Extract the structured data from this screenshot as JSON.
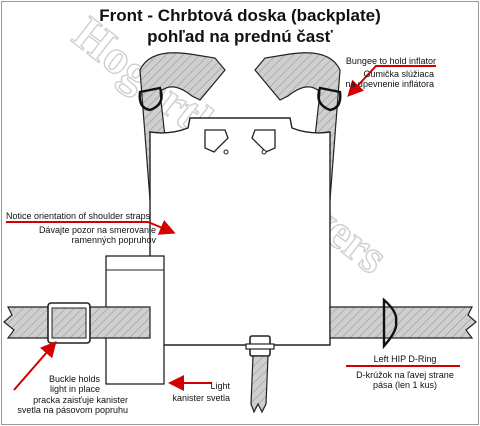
{
  "title_line1": "Front - Chrbtová doska (backplate)",
  "title_line2": "pohľad na prednú časť",
  "watermark": "Hogarthian Divers",
  "colors": {
    "accent": "#d40000",
    "strap": "#c9c9c9",
    "outline": "#222222",
    "plate": "#ffffff",
    "watermark": "#cfcfcf"
  },
  "annotations": {
    "bungee_en": "Bungee to hold inflator",
    "bungee_sk1": "Gumička slúžiaca",
    "bungee_sk2": "na upevnenie inflátora",
    "notice_en": "Notice orientation of shoulder straps",
    "notice_sk1": "Dávajte pozor na smerovanie",
    "notice_sk2": "ramenných popruhov",
    "buckle_en1": "Buckle holds",
    "buckle_en2": "light in place",
    "buckle_sk1": "pracka zaisťuje kanister",
    "buckle_sk2": "svetla na pásovom popruhu",
    "light_en": "Light",
    "light_sk": "kanister svetla",
    "dring_en": "Left HIP D-Ring",
    "dring_sk1": "D-krúžok na ľavej strane",
    "dring_sk2": "pása (len 1 kus)"
  }
}
